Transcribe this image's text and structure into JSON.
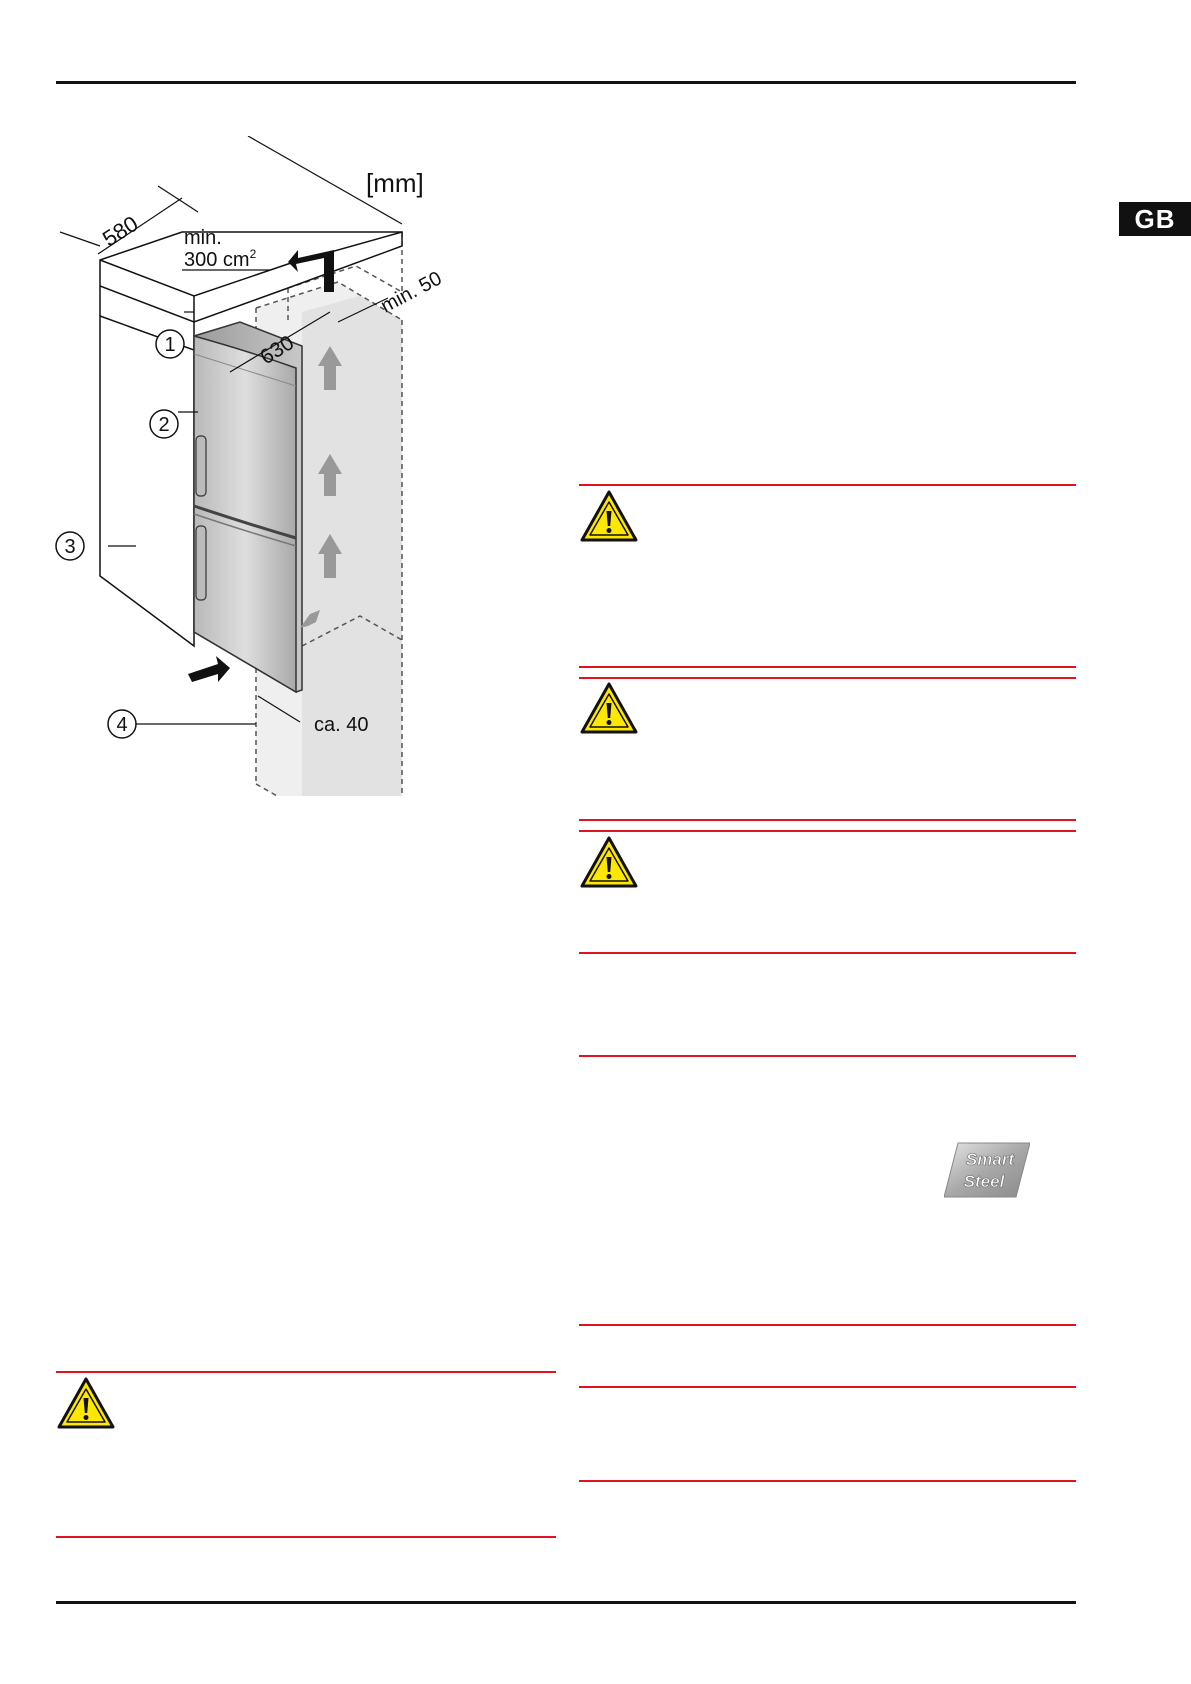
{
  "language_tab": "GB",
  "diagram": {
    "unit_label": "[mm]",
    "dim_depth": "580",
    "vent_label_line1": "min.",
    "vent_label_line2": "300 cm",
    "vent_label_sup": "2",
    "dim_top_gap": "min. 50",
    "dim_width": "630",
    "dim_bottom_gap": "ca. 40",
    "callouts": [
      "1",
      "2",
      "3",
      "4"
    ]
  },
  "logo": {
    "line1": "Smart",
    "line2": "Steel"
  },
  "colors": {
    "rule_red": "#e0141e",
    "warning_yellow": "#ffe800",
    "text": "#111111"
  },
  "icons": [
    "warning-triangle-icon",
    "smart-steel-logo"
  ]
}
